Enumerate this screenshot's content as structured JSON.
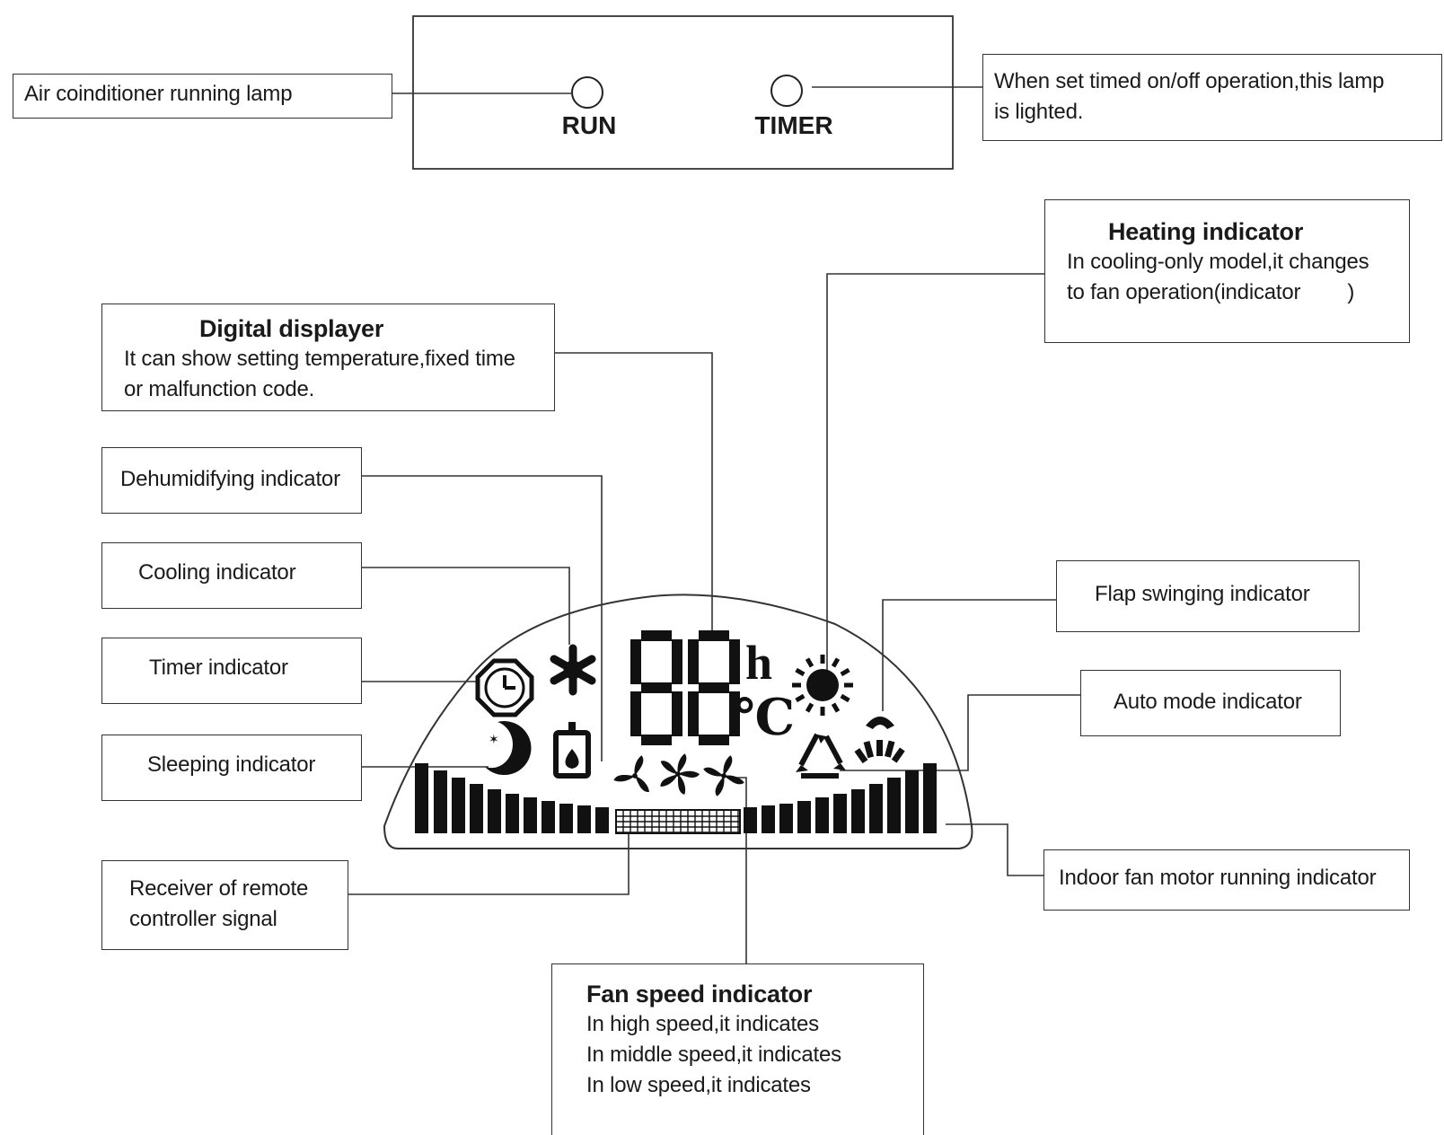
{
  "panel": {
    "run_label": "RUN",
    "timer_label": "TIMER"
  },
  "callouts": {
    "run_lamp": "Air coinditioner running lamp",
    "timer_lamp_line1": "When set timed on/off operation,this lamp",
    "timer_lamp_line2": "is lighted.",
    "heating_title": "Heating indicator",
    "heating_line1": "In cooling-only model,it changes",
    "heating_line2": "to fan operation(indicator",
    "heating_line2_end": ")",
    "digital_title": "Digital displayer",
    "digital_line1": "It can show setting temperature,fixed time",
    "digital_line2": "or malfunction code.",
    "dehumidifying": "Dehumidifying indicator",
    "cooling": "Cooling indicator",
    "timer": "Timer indicator",
    "sleeping": "Sleeping indicator",
    "receiver_line1": "Receiver of remote",
    "receiver_line2": "controller signal",
    "flap": "Flap swinging indicator",
    "auto": "Auto mode indicator",
    "indoor_fan": "Indoor fan motor running indicator",
    "fan_title": "Fan speed indicator",
    "fan_high": "In high speed,it indicates",
    "fan_middle": "In middle speed,it indicates",
    "fan_low": "In low speed,it indicates"
  },
  "display": {
    "digits": "88",
    "hour_unit": "h",
    "celsius_unit": "℃"
  }
}
